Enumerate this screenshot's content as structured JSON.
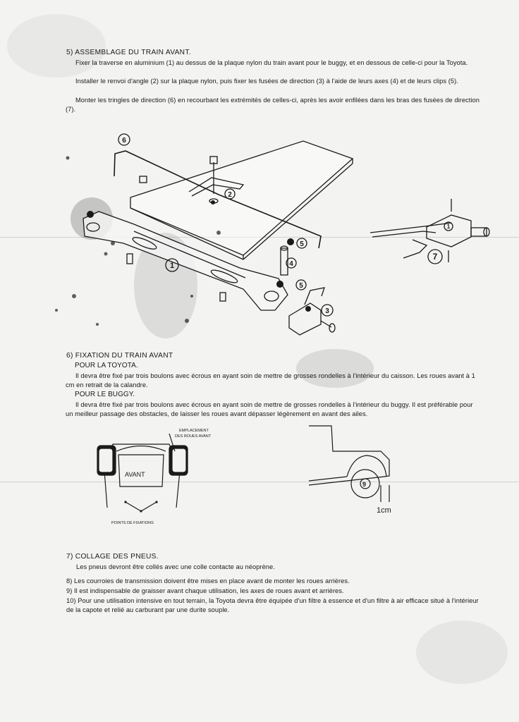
{
  "section5": {
    "heading": "5) ASSEMBLAGE DU TRAIN AVANT.",
    "p1": "Fixer la traverse en aluminium (1) au dessus de la plaque nylon du train avant pour le buggy, et en dessous de celle-ci pour la Toyota.",
    "p2": "Installer le renvoi d'angle (2) sur la plaque nylon, puis fixer les fusées de direction (3) à l'aide de leurs axes (4) et de leurs clips (5).",
    "p3": "Monter les tringles de direction (6) en recourbant les extrémités de celles-ci, après les avoir enfilées dans les bras des fusées de direction (7)."
  },
  "diagram1": {
    "labels": [
      "6",
      "2",
      "1",
      "5",
      "4",
      "5",
      "3",
      "1",
      "7"
    ]
  },
  "section6": {
    "heading": "6) FIXATION DU TRAIN AVANT",
    "sub1": "POUR LA TOYOTA.",
    "p1": "Il devra être fixé par trois boulons avec écrous en ayant soin de mettre de grosses rondelles à l'intérieur du caisson. Les roues avant à 1 cm en retrait de la calandre.",
    "sub2": "POUR LE BUGGY.",
    "p2": "Il devra être fixé par trois boulons avec écrous en ayant soin de mettre de grosses rondelles à l'intérieur du buggy. Il est préférable pour un meilleur passage des obstacles, de laisser les roues avant dépasser légèrement en avant des ailes."
  },
  "diagram2": {
    "label_top_line1": "EMPLACEMENT",
    "label_top_line2": "DES ROUES AVANT",
    "label_center": "AVANT",
    "label_bottom": "POINTS DE FIXATIONS"
  },
  "diagram3": {
    "wheel_label": "9",
    "offset_label": "1cm"
  },
  "section7": {
    "heading": "7) COLLAGE DES PNEUS.",
    "p1": "Les pneus devront être collés avec une colle contacte au néoprène."
  },
  "notes": {
    "n8": "8) Les courroies de transmission doivent être mises en place avant de monter les roues arrières.",
    "n9": "9) Il est indispensable de graisser avant chaque utilisation, les axes de roues avant et arrières.",
    "n10": "10) Pour une utilisation intensive en tout terrain, la Toyota devra être équipée d'un filtre à essence et d'un filtre à air efficace situé à l'intérieur de la capote et relié au carburant par une durite souple."
  }
}
